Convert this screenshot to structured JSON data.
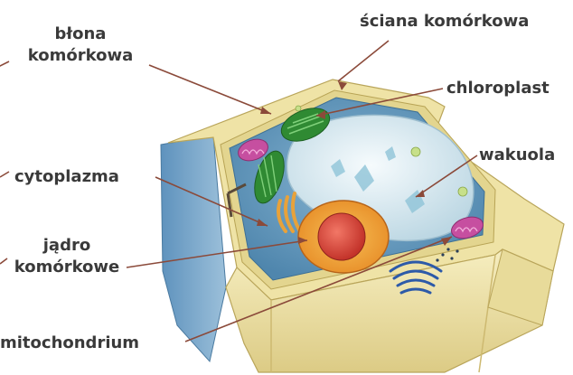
{
  "labels": {
    "plasma_membrane": {
      "line1": "błona",
      "line2": "komórkowa"
    },
    "cell_wall": "ściana komórkowa",
    "chloroplast": "chloroplast",
    "cytoplasm": "cytoplazma",
    "vacuole": "wakuola",
    "nucleus": {
      "line1": "jądro",
      "line2": "komórkowe"
    },
    "mitochondrion": "mitochondrium"
  },
  "colors": {
    "leader_line": "#8b4a3a",
    "label_text": "#3a3a3a",
    "cell_wall": "#f2e8b0",
    "cell_wall_dark": "#d8c77a",
    "cytoplasm": "#6a9fc2",
    "vacuole": "#dcebf2",
    "chloroplast": "#3f9a3a",
    "nucleus": "#f0a13a",
    "nucleolus": "#d8453a",
    "mitochondrion": "#c64fa0",
    "golgi": "#2d5aa8"
  }
}
